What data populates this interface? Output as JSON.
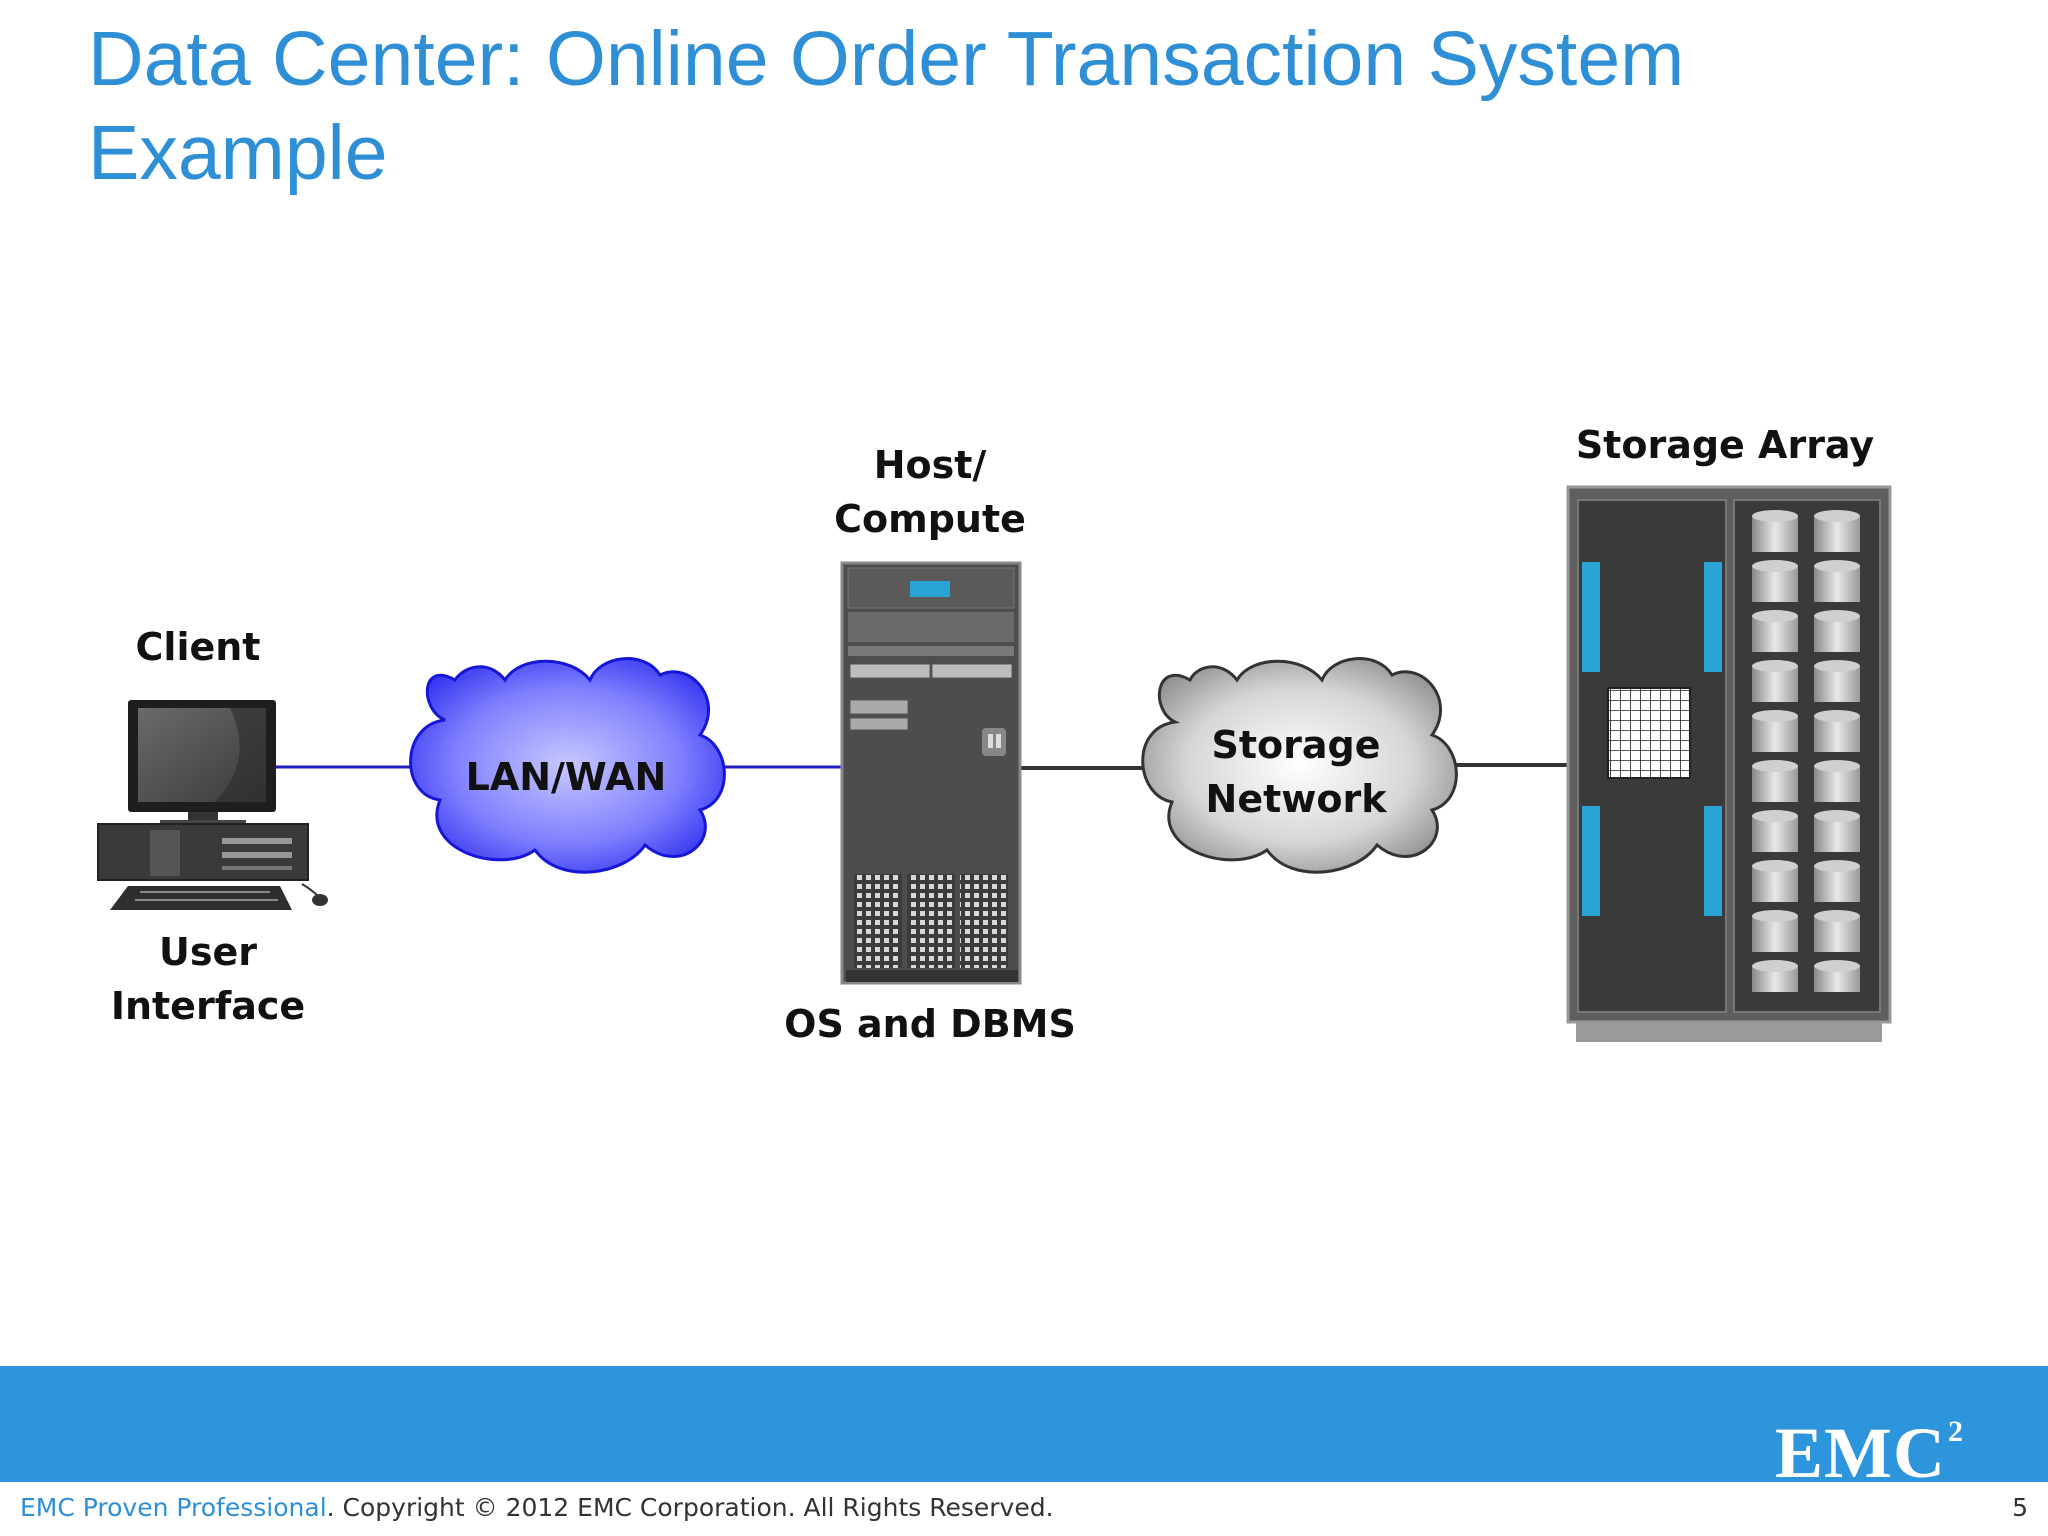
{
  "slide": {
    "title": "Data Center: Online Order Transaction System Example"
  },
  "diagram": {
    "client_label": "Client",
    "ui_label_line1": "User",
    "ui_label_line2": "Interface",
    "lan_label": "LAN/WAN",
    "host_label_line1": "Host/",
    "host_label_line2": "Compute",
    "os_label": "OS and DBMS",
    "storage_net_line1": "Storage",
    "storage_net_line2": "Network",
    "array_label": "Storage Array"
  },
  "footer": {
    "brand": "EMC Proven Professional",
    "copyright": ". Copyright © 2012 EMC Corporation. All Rights Reserved.",
    "logo_text": "EMC",
    "logo_sup": "2",
    "page_number": "5"
  },
  "colors": {
    "title": "#2f8fd6",
    "footer_bar": "#2d95dc",
    "lan_cloud": "#5b5bf5",
    "storage_cloud": "#bdbdbd",
    "link_blue": "#1f1fbf",
    "accent_cyan": "#27a3d4"
  },
  "icons": [
    "computer-icon",
    "lan-cloud-icon",
    "server-icon",
    "storage-cloud-icon",
    "storage-array-icon"
  ]
}
